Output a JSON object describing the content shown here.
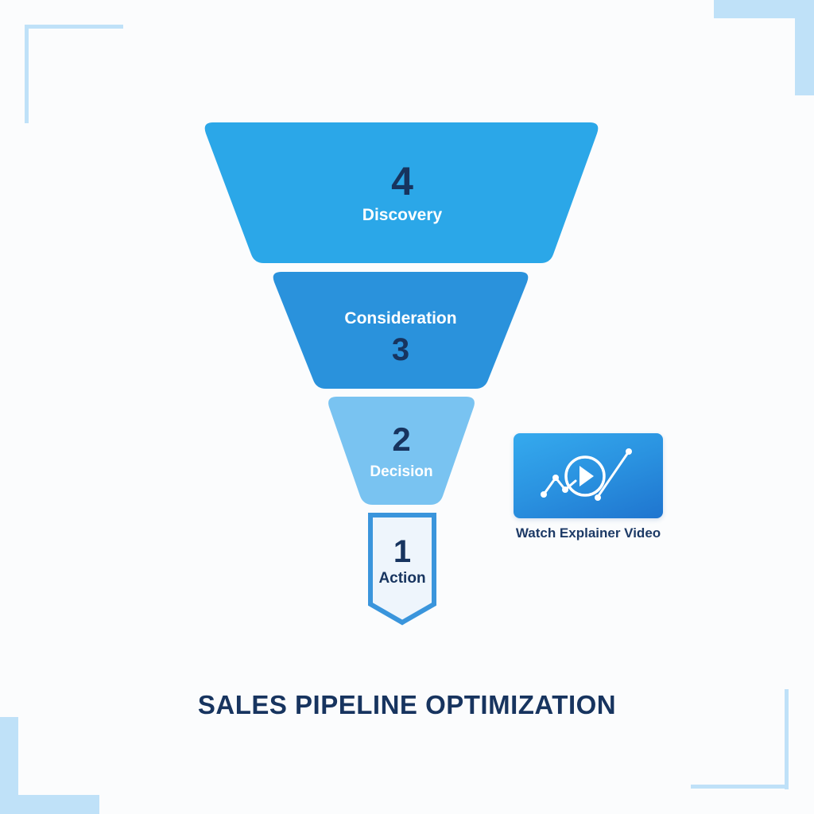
{
  "title": "SALES PIPELINE OPTIMIZATION",
  "funnel": {
    "stages": [
      {
        "number": "4",
        "label": "Discovery",
        "color": "#2ba7e8"
      },
      {
        "number": "3",
        "label": "Consideration",
        "color": "#2a92dc"
      },
      {
        "number": "2",
        "label": "Decision",
        "color": "#79c3f1"
      },
      {
        "number": "1",
        "label": "Action",
        "color": "#eef5fc",
        "border_color": "#3a95dc"
      }
    ]
  },
  "video": {
    "caption": "Watch Explainer Video",
    "icon": "play-chart-icon",
    "colors": {
      "top": "#35aaee",
      "bottom": "#1f75cf"
    }
  },
  "colors": {
    "text_dark": "#17345f",
    "corner_accent": "#bfe1f8",
    "background": "#fbfcfd"
  }
}
